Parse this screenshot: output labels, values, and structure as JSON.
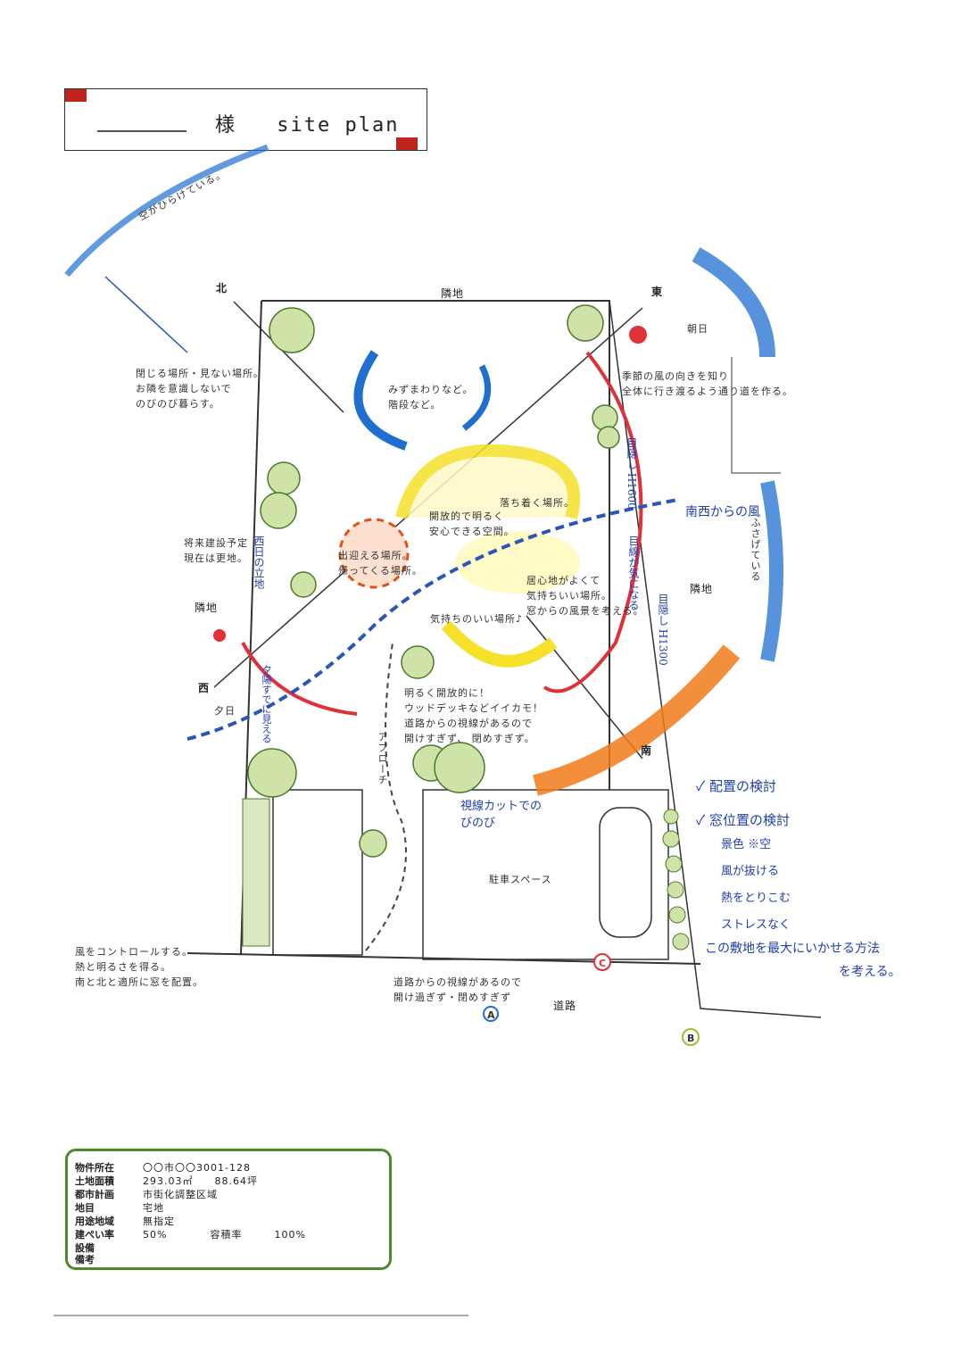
{
  "title": {
    "honorific": "様",
    "name": "site plan"
  },
  "directions": {
    "north": "北",
    "east": "東",
    "west": "西",
    "south": "南"
  },
  "neighbors": {
    "top": "隣地",
    "right": "隣地",
    "left": "隣地"
  },
  "road": "道路",
  "parking": "駐車スペース",
  "approach": "アプローチ",
  "wind_sw": "南西からの風",
  "morning": "朝日",
  "evening": "夕日",
  "sky_note": "空がひらけている。",
  "annotations": {
    "closed_area": [
      "閉じる場所・見ない場所。",
      "お隣を意識しないで",
      "のびのび暮らす。"
    ],
    "season_wind": [
      "季節の風の向きを知り",
      "全体に行き渡るよう通り道を作る。"
    ],
    "stairs": [
      "みずまわりなど。",
      "階段など。"
    ],
    "calm": "落ち着く場所。",
    "open_bright": [
      "開放的で明るく",
      "安心できる空間。"
    ],
    "future_build": [
      "将来建設予定",
      "現在は更地。"
    ],
    "welcome": [
      "出迎える場所。",
      "帰ってくる場所。"
    ],
    "comfortable": [
      "居心地がよくて",
      "気持ちいい場所。",
      "窓からの風景を考える。"
    ],
    "pleasant": "気持ちのいい場所♪",
    "deck": [
      "明るく開放的に！",
      "ウッドデッキなどイイカモ！",
      "道路からの視線があるので",
      "開けすぎず、 閉めすぎず。"
    ],
    "green_yard": "視線カットでのびのび",
    "wind_control": [
      "風をコントロールする。",
      "熱と明るさを得る。",
      "南と北と適所に窓を配置。"
    ],
    "road_gaze": [
      "道路からの視線があるので",
      "開け過ぎず・閉めすぎず"
    ],
    "evening_side": "夕陽すでに見える",
    "west_hedge": "西日の立地",
    "hedge_h1600": "目隠し H1600",
    "hedge_h1300": "目隠し H1300",
    "hedge_note": "目線が気になる",
    "check_placement": "配置の検討",
    "check_windows": "窓位置の検討",
    "check_items": [
      "景色 ※空",
      "風が抜ける",
      "熱をとりこむ",
      "ストレスなく"
    ],
    "maximize": [
      "この敷地を最大にいかせる方法",
      "を考える。"
    ],
    "fence": "ふさげている"
  },
  "view_markers": [
    "A",
    "B",
    "C"
  ],
  "info_table": {
    "rows": [
      {
        "label": "物件所在",
        "value": "〇〇市〇〇3001-128"
      },
      {
        "label": "土地面積",
        "value": "293.03㎡　　88.64坪"
      },
      {
        "label": "都市計画",
        "value": "市街化調整区域"
      },
      {
        "label": "地目",
        "value": "宅地"
      },
      {
        "label": "用途地域",
        "value": "無指定"
      },
      {
        "label": "建ぺい率",
        "value": "50%　　　　容積率　　　100%"
      },
      {
        "label": "設備",
        "value": ""
      },
      {
        "label": "備考",
        "value": ""
      }
    ]
  },
  "colors": {
    "sky_blue": "#1f6fd0",
    "sun_red": "#e0303a",
    "wind_blue": "#2a56b8",
    "orange": "#f07a1a",
    "yellow": "#f5e12a",
    "tree_green": "#6a9a3a",
    "border_green": "#4d8a2d",
    "accent_red": "#c0241e"
  }
}
